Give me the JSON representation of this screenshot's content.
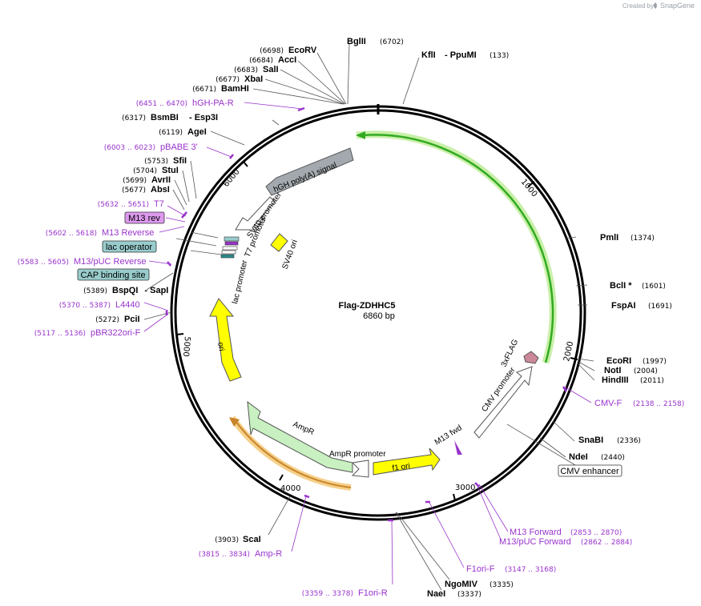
{
  "credit": {
    "prefix": "Created by",
    "brand": "SnapGene"
  },
  "plasmid": {
    "name": "Flag-ZDHHC5",
    "size": "6860 bp"
  },
  "backbone_ticks": [
    {
      "label": "1000"
    },
    {
      "label": "2000"
    },
    {
      "label": "3000"
    },
    {
      "label": "4000"
    },
    {
      "label": "5000"
    },
    {
      "label": "6000"
    }
  ],
  "sites": [
    {
      "pos": "(6698)",
      "name": "EcoRV"
    },
    {
      "pos": "(6684)",
      "name": "AccI"
    },
    {
      "pos": "(6683)",
      "name": "SalI"
    },
    {
      "pos": "(6677)",
      "name": "XbaI"
    },
    {
      "pos": "(6671)",
      "name": "BamHI"
    },
    {
      "pos": "(6702)",
      "name": "BglII"
    },
    {
      "pos": "(133)",
      "name": "KflI",
      "name2": "- PpuMI"
    },
    {
      "pos": "(6317)",
      "name": "BsmBI",
      "name2": "- Esp3I"
    },
    {
      "pos": "(6119)",
      "name": "AgeI"
    },
    {
      "pos": "(5753)",
      "name": "SfiI"
    },
    {
      "pos": "(5704)",
      "name": "StuI"
    },
    {
      "pos": "(5699)",
      "name": "AvrII"
    },
    {
      "pos": "(5677)",
      "name": "AbsI"
    },
    {
      "pos": "(5389)",
      "name": "BspQI",
      "name2": "- SapI"
    },
    {
      "pos": "(5272)",
      "name": "PciI"
    },
    {
      "pos": "(1374)",
      "name": "PmlI"
    },
    {
      "pos": "(1601)",
      "name": "BclI *"
    },
    {
      "pos": "(1691)",
      "name": "FspAI"
    },
    {
      "pos": "(1997)",
      "name": "EcoRI"
    },
    {
      "pos": "(2004)",
      "name": "NotI"
    },
    {
      "pos": "(2011)",
      "name": "HindIII"
    },
    {
      "pos": "(2336)",
      "name": "SnaBI"
    },
    {
      "pos": "(2440)",
      "name": "NdeI"
    },
    {
      "pos": "(3335)",
      "name": "NgoMIV"
    },
    {
      "pos": "(3337)",
      "name": "NaeI"
    },
    {
      "pos": "(3903)",
      "name": "ScaI"
    }
  ],
  "primers": [
    {
      "pos": "(6451 .. 6470)",
      "name": "hGH-PA-R"
    },
    {
      "pos": "(6003 .. 6023)",
      "name": "pBABE 3'"
    },
    {
      "pos": "(5632 .. 5651)",
      "name": "T7"
    },
    {
      "pos": "(5602 .. 5618)",
      "name": "M13 Reverse"
    },
    {
      "pos": "(5583 .. 5605)",
      "name": "M13/pUC Reverse"
    },
    {
      "pos": "(5370 .. 5387)",
      "name": "L4440"
    },
    {
      "pos": "(5117 .. 5136)",
      "name": "pBR322ori-F"
    },
    {
      "pos": "(2138 .. 2158)",
      "name": "CMV-F"
    },
    {
      "pos": "(2853 .. 2870)",
      "name": "M13 Forward"
    },
    {
      "pos": "(2862 .. 2884)",
      "name": "M13/pUC Forward"
    },
    {
      "pos": "(3147 .. 3168)",
      "name": "F1ori-F"
    },
    {
      "pos": "(3815 .. 3834)",
      "name": "Amp-R"
    },
    {
      "pos": "(3359 .. 3378)",
      "name": "F1ori-R"
    }
  ],
  "boxed_features": {
    "m13rev": "M13 rev",
    "lac_operator": "lac operator",
    "cap_site": "CAP binding site",
    "cmv_enhancer": "CMV enhancer"
  },
  "features": {
    "hgh": "hGH poly(A) signal",
    "sv40_promoter": "SV40 promoter",
    "t7_promoter": "T7 promoter",
    "sv40_ori": "SV40 ori",
    "lac_promoter": "lac promoter",
    "ori": "ori",
    "ampr": "AmpR",
    "ampr_promoter": "AmpR promoter",
    "f1_ori": "f1 ori",
    "m13_fwd": "M13 fwd",
    "cmv_promoter": "CMV promoter",
    "flag": "3xFLAG"
  },
  "colors": {
    "zdhhc5_arrow": "#33aa22",
    "ampr_arrow": "#c8f0c0",
    "ori_arrow": "#ffff00",
    "f1_ori_arrow": "#ffff00",
    "hgh_box": "#a3a9ae",
    "primer": "#9933cc",
    "cap_box": "#99cccc",
    "m13rev_box": "#dd99ee",
    "highlight_orange": "#f5d08a",
    "flag_box": "#cc8899"
  }
}
